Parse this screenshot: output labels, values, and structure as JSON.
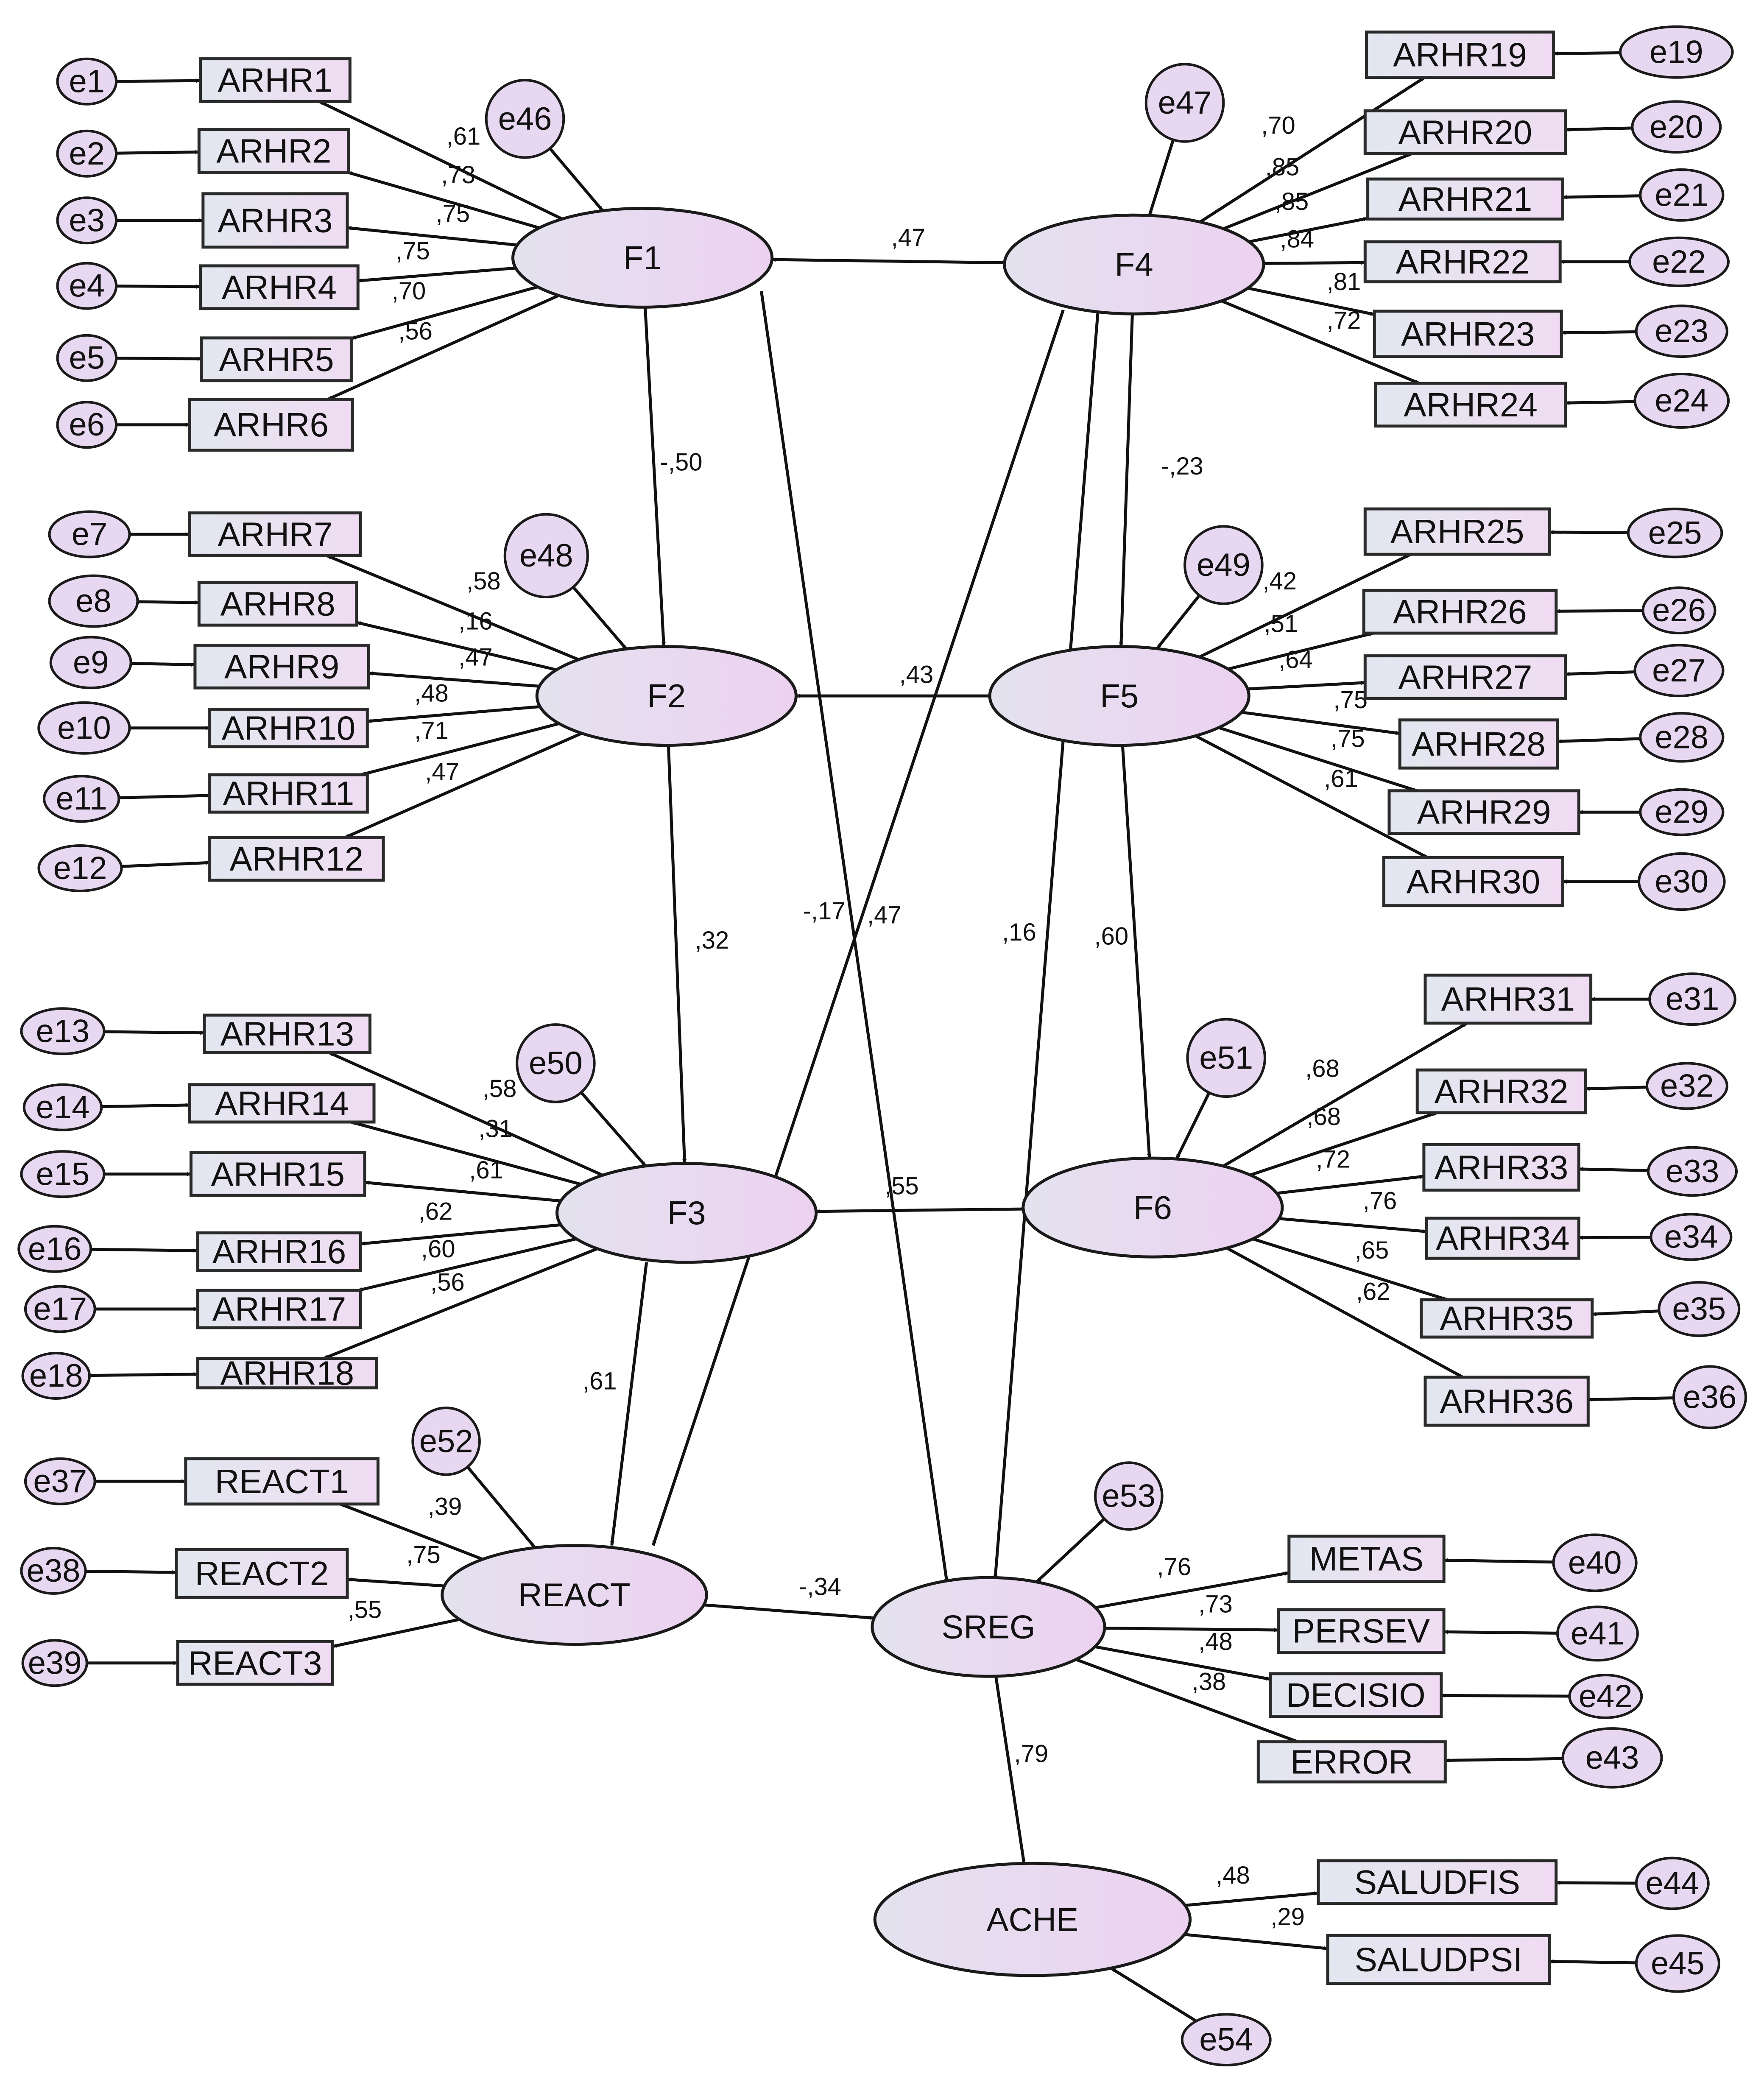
{
  "latent": [
    {
      "id": "F1",
      "label": "F1"
    },
    {
      "id": "F2",
      "label": "F2"
    },
    {
      "id": "F3",
      "label": "F3"
    },
    {
      "id": "F4",
      "label": "F4"
    },
    {
      "id": "F5",
      "label": "F5"
    },
    {
      "id": "F6",
      "label": "F6"
    },
    {
      "id": "REACT",
      "label": "REACT"
    },
    {
      "id": "SREG",
      "label": "SREG"
    },
    {
      "id": "ACHE",
      "label": "ACHE"
    }
  ],
  "observed": [
    {
      "id": "ARHR1",
      "label": "ARHR1"
    },
    {
      "id": "ARHR2",
      "label": "ARHR2"
    },
    {
      "id": "ARHR3",
      "label": "ARHR3"
    },
    {
      "id": "ARHR4",
      "label": "ARHR4"
    },
    {
      "id": "ARHR5",
      "label": "ARHR5"
    },
    {
      "id": "ARHR6",
      "label": "ARHR6"
    },
    {
      "id": "ARHR7",
      "label": "ARHR7"
    },
    {
      "id": "ARHR8",
      "label": "ARHR8"
    },
    {
      "id": "ARHR9",
      "label": "ARHR9"
    },
    {
      "id": "ARHR10",
      "label": "ARHR10"
    },
    {
      "id": "ARHR11",
      "label": "ARHR11"
    },
    {
      "id": "ARHR12",
      "label": "ARHR12"
    },
    {
      "id": "ARHR13",
      "label": "ARHR13"
    },
    {
      "id": "ARHR14",
      "label": "ARHR14"
    },
    {
      "id": "ARHR15",
      "label": "ARHR15"
    },
    {
      "id": "ARHR16",
      "label": "ARHR16"
    },
    {
      "id": "ARHR17",
      "label": "ARHR17"
    },
    {
      "id": "ARHR18",
      "label": "ARHR18"
    },
    {
      "id": "ARHR19",
      "label": "ARHR19"
    },
    {
      "id": "ARHR20",
      "label": "ARHR20"
    },
    {
      "id": "ARHR21",
      "label": "ARHR21"
    },
    {
      "id": "ARHR22",
      "label": "ARHR22"
    },
    {
      "id": "ARHR23",
      "label": "ARHR23"
    },
    {
      "id": "ARHR24",
      "label": "ARHR24"
    },
    {
      "id": "ARHR25",
      "label": "ARHR25"
    },
    {
      "id": "ARHR26",
      "label": "ARHR26"
    },
    {
      "id": "ARHR27",
      "label": "ARHR27"
    },
    {
      "id": "ARHR28",
      "label": "ARHR28"
    },
    {
      "id": "ARHR29",
      "label": "ARHR29"
    },
    {
      "id": "ARHR30",
      "label": "ARHR30"
    },
    {
      "id": "ARHR31",
      "label": "ARHR31"
    },
    {
      "id": "ARHR32",
      "label": "ARHR32"
    },
    {
      "id": "ARHR33",
      "label": "ARHR33"
    },
    {
      "id": "ARHR34",
      "label": "ARHR34"
    },
    {
      "id": "ARHR35",
      "label": "ARHR35"
    },
    {
      "id": "ARHR36",
      "label": "ARHR36"
    },
    {
      "id": "REACT1",
      "label": "REACT1"
    },
    {
      "id": "REACT2",
      "label": "REACT2"
    },
    {
      "id": "REACT3",
      "label": "REACT3"
    },
    {
      "id": "METAS",
      "label": "METAS"
    },
    {
      "id": "PERSEV",
      "label": "PERSEV"
    },
    {
      "id": "DECISIO",
      "label": "DECISIO"
    },
    {
      "id": "ERROR",
      "label": "ERROR"
    },
    {
      "id": "SALUDFIS",
      "label": "SALUDFIS"
    },
    {
      "id": "SALUDPSI",
      "label": "SALUDPSI"
    }
  ],
  "errors": [
    {
      "id": "e1",
      "label": "e1"
    },
    {
      "id": "e2",
      "label": "e2"
    },
    {
      "id": "e3",
      "label": "e3"
    },
    {
      "id": "e4",
      "label": "e4"
    },
    {
      "id": "e5",
      "label": "e5"
    },
    {
      "id": "e6",
      "label": "e6"
    },
    {
      "id": "e7",
      "label": "e7"
    },
    {
      "id": "e8",
      "label": "e8"
    },
    {
      "id": "e9",
      "label": "e9"
    },
    {
      "id": "e10",
      "label": "e10"
    },
    {
      "id": "e11",
      "label": "e11"
    },
    {
      "id": "e12",
      "label": "e12"
    },
    {
      "id": "e13",
      "label": "e13"
    },
    {
      "id": "e14",
      "label": "e14"
    },
    {
      "id": "e15",
      "label": "e15"
    },
    {
      "id": "e16",
      "label": "e16"
    },
    {
      "id": "e17",
      "label": "e17"
    },
    {
      "id": "e18",
      "label": "e18"
    },
    {
      "id": "e19",
      "label": "e19"
    },
    {
      "id": "e20",
      "label": "e20"
    },
    {
      "id": "e21",
      "label": "e21"
    },
    {
      "id": "e22",
      "label": "e22"
    },
    {
      "id": "e23",
      "label": "e23"
    },
    {
      "id": "e24",
      "label": "e24"
    },
    {
      "id": "e25",
      "label": "e25"
    },
    {
      "id": "e26",
      "label": "e26"
    },
    {
      "id": "e27",
      "label": "e27"
    },
    {
      "id": "e28",
      "label": "e28"
    },
    {
      "id": "e29",
      "label": "e29"
    },
    {
      "id": "e30",
      "label": "e30"
    },
    {
      "id": "e31",
      "label": "e31"
    },
    {
      "id": "e32",
      "label": "e32"
    },
    {
      "id": "e33",
      "label": "e33"
    },
    {
      "id": "e34",
      "label": "e34"
    },
    {
      "id": "e35",
      "label": "e35"
    },
    {
      "id": "e36",
      "label": "e36"
    },
    {
      "id": "e37",
      "label": "e37"
    },
    {
      "id": "e38",
      "label": "e38"
    },
    {
      "id": "e39",
      "label": "e39"
    },
    {
      "id": "e40",
      "label": "e40"
    },
    {
      "id": "e41",
      "label": "e41"
    },
    {
      "id": "e42",
      "label": "e42"
    },
    {
      "id": "e43",
      "label": "e43"
    },
    {
      "id": "e44",
      "label": "e44"
    },
    {
      "id": "e45",
      "label": "e45"
    },
    {
      "id": "e46",
      "label": "e46"
    },
    {
      "id": "e47",
      "label": "e47"
    },
    {
      "id": "e48",
      "label": "e48"
    },
    {
      "id": "e49",
      "label": "e49"
    },
    {
      "id": "e50",
      "label": "e50"
    },
    {
      "id": "e51",
      "label": "e51"
    },
    {
      "id": "e52",
      "label": "e52"
    },
    {
      "id": "e53",
      "label": "e53"
    },
    {
      "id": "e54",
      "label": "e54"
    }
  ],
  "structural_paths": [
    {
      "from": "F4",
      "to": "F1",
      "label": ",47"
    },
    {
      "from": "F1",
      "to": "F2",
      "label": "-,50"
    },
    {
      "from": "F5",
      "to": "F2",
      "label": ",43"
    },
    {
      "from": "F2",
      "to": "F3",
      "label": ",32"
    },
    {
      "from": "F6",
      "to": "F3",
      "label": ",55"
    },
    {
      "from": "F4",
      "to": "F5",
      "label": "-,23"
    },
    {
      "from": "F5",
      "to": "F6",
      "label": ",60"
    },
    {
      "from": "F3",
      "to": "REACT",
      "label": ",61"
    },
    {
      "from": "F4",
      "to": "REACT",
      "label": "-,17"
    },
    {
      "from": "F1",
      "to": "SREG",
      "label": ",47"
    },
    {
      "from": "F4",
      "to": "SREG",
      "label": ",16"
    },
    {
      "from": "REACT",
      "to": "SREG",
      "label": "-,34"
    },
    {
      "from": "SREG",
      "to": "ACHE",
      "label": ",79"
    }
  ],
  "loadings": [
    {
      "from": "F1",
      "to": "ARHR1",
      "label": ",61"
    },
    {
      "from": "F1",
      "to": "ARHR2",
      "label": ",73"
    },
    {
      "from": "F1",
      "to": "ARHR3",
      "label": ",75"
    },
    {
      "from": "F1",
      "to": "ARHR4",
      "label": ",75"
    },
    {
      "from": "F1",
      "to": "ARHR5",
      "label": ",70"
    },
    {
      "from": "F1",
      "to": "ARHR6",
      "label": ",56"
    },
    {
      "from": "F2",
      "to": "ARHR7",
      "label": ",58"
    },
    {
      "from": "F2",
      "to": "ARHR8",
      "label": ",16"
    },
    {
      "from": "F2",
      "to": "ARHR9",
      "label": ",47"
    },
    {
      "from": "F2",
      "to": "ARHR10",
      "label": ",48"
    },
    {
      "from": "F2",
      "to": "ARHR11",
      "label": ",71"
    },
    {
      "from": "F2",
      "to": "ARHR12",
      "label": ",47"
    },
    {
      "from": "F3",
      "to": "ARHR13",
      "label": ",58"
    },
    {
      "from": "F3",
      "to": "ARHR14",
      "label": ",31"
    },
    {
      "from": "F3",
      "to": "ARHR15",
      "label": ",61"
    },
    {
      "from": "F3",
      "to": "ARHR16",
      "label": ",62"
    },
    {
      "from": "F3",
      "to": "ARHR17",
      "label": ",60"
    },
    {
      "from": "F3",
      "to": "ARHR18",
      "label": ",56"
    },
    {
      "from": "F4",
      "to": "ARHR19",
      "label": ",70"
    },
    {
      "from": "F4",
      "to": "ARHR20",
      "label": ",85"
    },
    {
      "from": "F4",
      "to": "ARHR21",
      "label": ",85"
    },
    {
      "from": "F4",
      "to": "ARHR22",
      "label": ",84"
    },
    {
      "from": "F4",
      "to": "ARHR23",
      "label": ",81"
    },
    {
      "from": "F4",
      "to": "ARHR24",
      "label": ",72"
    },
    {
      "from": "F5",
      "to": "ARHR25",
      "label": ",42"
    },
    {
      "from": "F5",
      "to": "ARHR26",
      "label": ",51"
    },
    {
      "from": "F5",
      "to": "ARHR27",
      "label": ",64"
    },
    {
      "from": "F5",
      "to": "ARHR28",
      "label": ",75"
    },
    {
      "from": "F5",
      "to": "ARHR29",
      "label": ",75"
    },
    {
      "from": "F5",
      "to": "ARHR30",
      "label": ",61"
    },
    {
      "from": "F6",
      "to": "ARHR31",
      "label": ",68"
    },
    {
      "from": "F6",
      "to": "ARHR32",
      "label": ",68"
    },
    {
      "from": "F6",
      "to": "ARHR33",
      "label": ",72"
    },
    {
      "from": "F6",
      "to": "ARHR34",
      "label": ",76"
    },
    {
      "from": "F6",
      "to": "ARHR35",
      "label": ",65"
    },
    {
      "from": "F6",
      "to": "ARHR36",
      "label": ",62"
    },
    {
      "from": "REACT",
      "to": "REACT1",
      "label": ",39"
    },
    {
      "from": "REACT",
      "to": "REACT2",
      "label": ",75"
    },
    {
      "from": "REACT",
      "to": "REACT3",
      "label": ",55"
    },
    {
      "from": "SREG",
      "to": "METAS",
      "label": ",76"
    },
    {
      "from": "SREG",
      "to": "PERSEV",
      "label": ",73"
    },
    {
      "from": "SREG",
      "to": "DECISIO",
      "label": ",48"
    },
    {
      "from": "SREG",
      "to": "ERROR",
      "label": ",38"
    },
    {
      "from": "ACHE",
      "to": "SALUDFIS",
      "label": ",48"
    },
    {
      "from": "ACHE",
      "to": "SALUDPSI",
      "label": ",29"
    }
  ],
  "error_links": [
    {
      "from": "e1",
      "to": "ARHR1"
    },
    {
      "from": "e2",
      "to": "ARHR2"
    },
    {
      "from": "e3",
      "to": "ARHR3"
    },
    {
      "from": "e4",
      "to": "ARHR4"
    },
    {
      "from": "e5",
      "to": "ARHR5"
    },
    {
      "from": "e6",
      "to": "ARHR6"
    },
    {
      "from": "e7",
      "to": "ARHR7"
    },
    {
      "from": "e8",
      "to": "ARHR8"
    },
    {
      "from": "e9",
      "to": "ARHR9"
    },
    {
      "from": "e10",
      "to": "ARHR10"
    },
    {
      "from": "e11",
      "to": "ARHR11"
    },
    {
      "from": "e12",
      "to": "ARHR12"
    },
    {
      "from": "e13",
      "to": "ARHR13"
    },
    {
      "from": "e14",
      "to": "ARHR14"
    },
    {
      "from": "e15",
      "to": "ARHR15"
    },
    {
      "from": "e16",
      "to": "ARHR16"
    },
    {
      "from": "e17",
      "to": "ARHR17"
    },
    {
      "from": "e18",
      "to": "ARHR18"
    },
    {
      "from": "e19",
      "to": "ARHR19"
    },
    {
      "from": "e20",
      "to": "ARHR20"
    },
    {
      "from": "e21",
      "to": "ARHR21"
    },
    {
      "from": "e22",
      "to": "ARHR22"
    },
    {
      "from": "e23",
      "to": "ARHR23"
    },
    {
      "from": "e24",
      "to": "ARHR24"
    },
    {
      "from": "e25",
      "to": "ARHR25"
    },
    {
      "from": "e26",
      "to": "ARHR26"
    },
    {
      "from": "e27",
      "to": "ARHR27"
    },
    {
      "from": "e28",
      "to": "ARHR28"
    },
    {
      "from": "e29",
      "to": "ARHR29"
    },
    {
      "from": "e30",
      "to": "ARHR30"
    },
    {
      "from": "e31",
      "to": "ARHR31"
    },
    {
      "from": "e32",
      "to": "ARHR32"
    },
    {
      "from": "e33",
      "to": "ARHR33"
    },
    {
      "from": "e34",
      "to": "ARHR34"
    },
    {
      "from": "e35",
      "to": "ARHR35"
    },
    {
      "from": "e36",
      "to": "ARHR36"
    },
    {
      "from": "e37",
      "to": "REACT1"
    },
    {
      "from": "e38",
      "to": "REACT2"
    },
    {
      "from": "e39",
      "to": "REACT3"
    },
    {
      "from": "e40",
      "to": "METAS"
    },
    {
      "from": "e41",
      "to": "PERSEV"
    },
    {
      "from": "e42",
      "to": "DECISIO"
    },
    {
      "from": "e43",
      "to": "ERROR"
    },
    {
      "from": "e44",
      "to": "SALUDFIS"
    },
    {
      "from": "e45",
      "to": "SALUDPSI"
    },
    {
      "from": "e46",
      "to": "F1"
    },
    {
      "from": "e47",
      "to": "F4"
    },
    {
      "from": "e48",
      "to": "F2"
    },
    {
      "from": "e49",
      "to": "F5"
    },
    {
      "from": "e50",
      "to": "F3"
    },
    {
      "from": "e51",
      "to": "F6"
    },
    {
      "from": "e52",
      "to": "REACT"
    },
    {
      "from": "e53",
      "to": "SREG"
    },
    {
      "from": "e54",
      "to": "ACHE"
    }
  ]
}
